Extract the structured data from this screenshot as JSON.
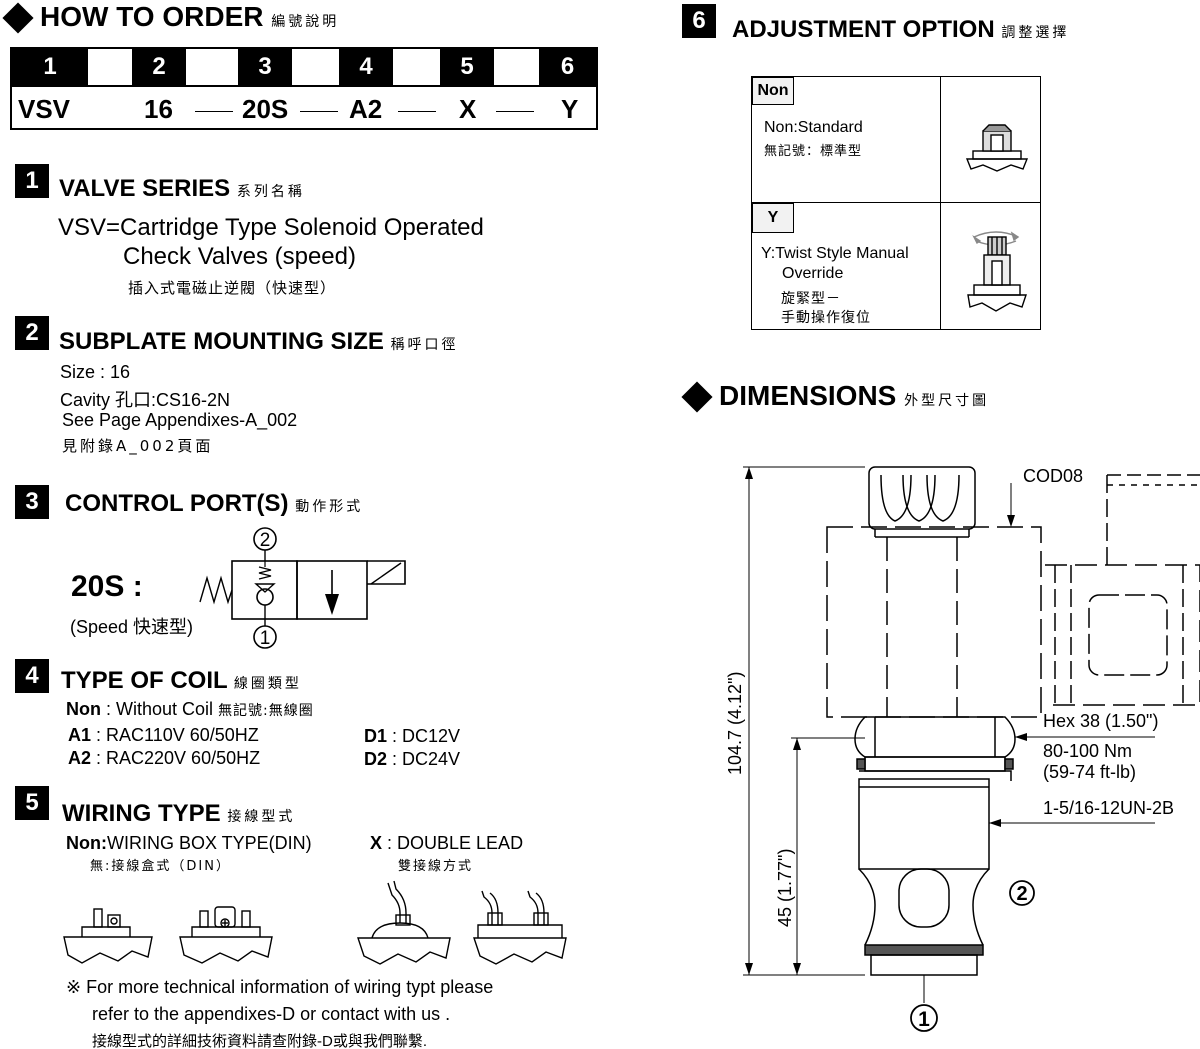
{
  "how_to_order": {
    "title": "HOW TO  ORDER",
    "title_cn": "編號說明",
    "positions": [
      "1",
      "2",
      "3",
      "4",
      "5",
      "6"
    ],
    "values": [
      "VSV",
      "16",
      "20S",
      "A2",
      "X",
      "Y"
    ]
  },
  "s1": {
    "num": "1",
    "title": "VALVE SERIES",
    "title_cn": "系列名稱",
    "line1": "VSV=Cartridge Type Solenoid Operated",
    "line2": "Check Valves (speed)",
    "cn": "插入式電磁止逆閥（快速型）"
  },
  "s2": {
    "num": "2",
    "title": "SUBPLATE MOUNTING SIZE",
    "title_cn": "稱呼口徑",
    "size": "Size : 16",
    "cavity": "Cavity 孔口:CS16-2N",
    "see_page": "See Page Appendixes-A_002",
    "cn": "見附錄A_002頁面"
  },
  "s3": {
    "num": "3",
    "title": "CONTROL PORT(S)",
    "title_cn": "動作形式",
    "code": "20S :",
    "speed_label": "(Speed 快速型)",
    "port_top": "2",
    "port_bottom": "1"
  },
  "s4": {
    "num": "4",
    "title": "TYPE OF COIL",
    "title_cn": "線圈類型",
    "non_code": "Non",
    "non_text": " : Without Coil",
    "non_cn": "無記號:無線圈",
    "a1_code": "A1",
    "a1_text": " : RAC110V  60/50HZ",
    "a2_code": "A2",
    "a2_text": " : RAC220V  60/50HZ",
    "d1_code": "D1",
    "d1_text": "  : DC12V",
    "d2_code": "D2",
    "d2_text": "  : DC24V"
  },
  "s5": {
    "num": "5",
    "title": "WIRING TYPE",
    "title_cn": "接線型式",
    "non_code": "Non:",
    "non_text": "WIRING BOX TYPE(DIN)",
    "non_cn": "無:接線盒式（DIN）",
    "x_code": "X",
    "x_text": " : DOUBLE LEAD",
    "x_cn": "雙接線方式",
    "note1": "※ For more technical information of wiring typt  please",
    "note2": "refer to the appendixes-D or contact with us .",
    "note3": "接線型式的詳細技術資料請查附錄-D或與我們聯繫."
  },
  "s6": {
    "num": "6",
    "title": "ADJUSTMENT OPTION",
    "title_cn": "調整選擇",
    "rows": [
      {
        "tag": "Non",
        "line1": "Non:Standard",
        "line2": "無記號：標準型"
      },
      {
        "tag": "Y",
        "line1": "Y:Twist Style Manual",
        "line2": "Override",
        "line3": "旋緊型－",
        "line4": "手動操作復位"
      }
    ]
  },
  "dimensions": {
    "title": "DIMENSIONS",
    "title_cn": "外型尺寸圖",
    "cod": "COD08",
    "hex": "Hex 38 (1.50\")",
    "torque1": "80-100 Nm",
    "torque2": "(59-74 ft-lb)",
    "thread": "1-5/16-12UN-2B",
    "total_height": "104.7 (4.12\")",
    "lower_height": "45 (1.77\")",
    "port2": "2",
    "port1": "1"
  }
}
